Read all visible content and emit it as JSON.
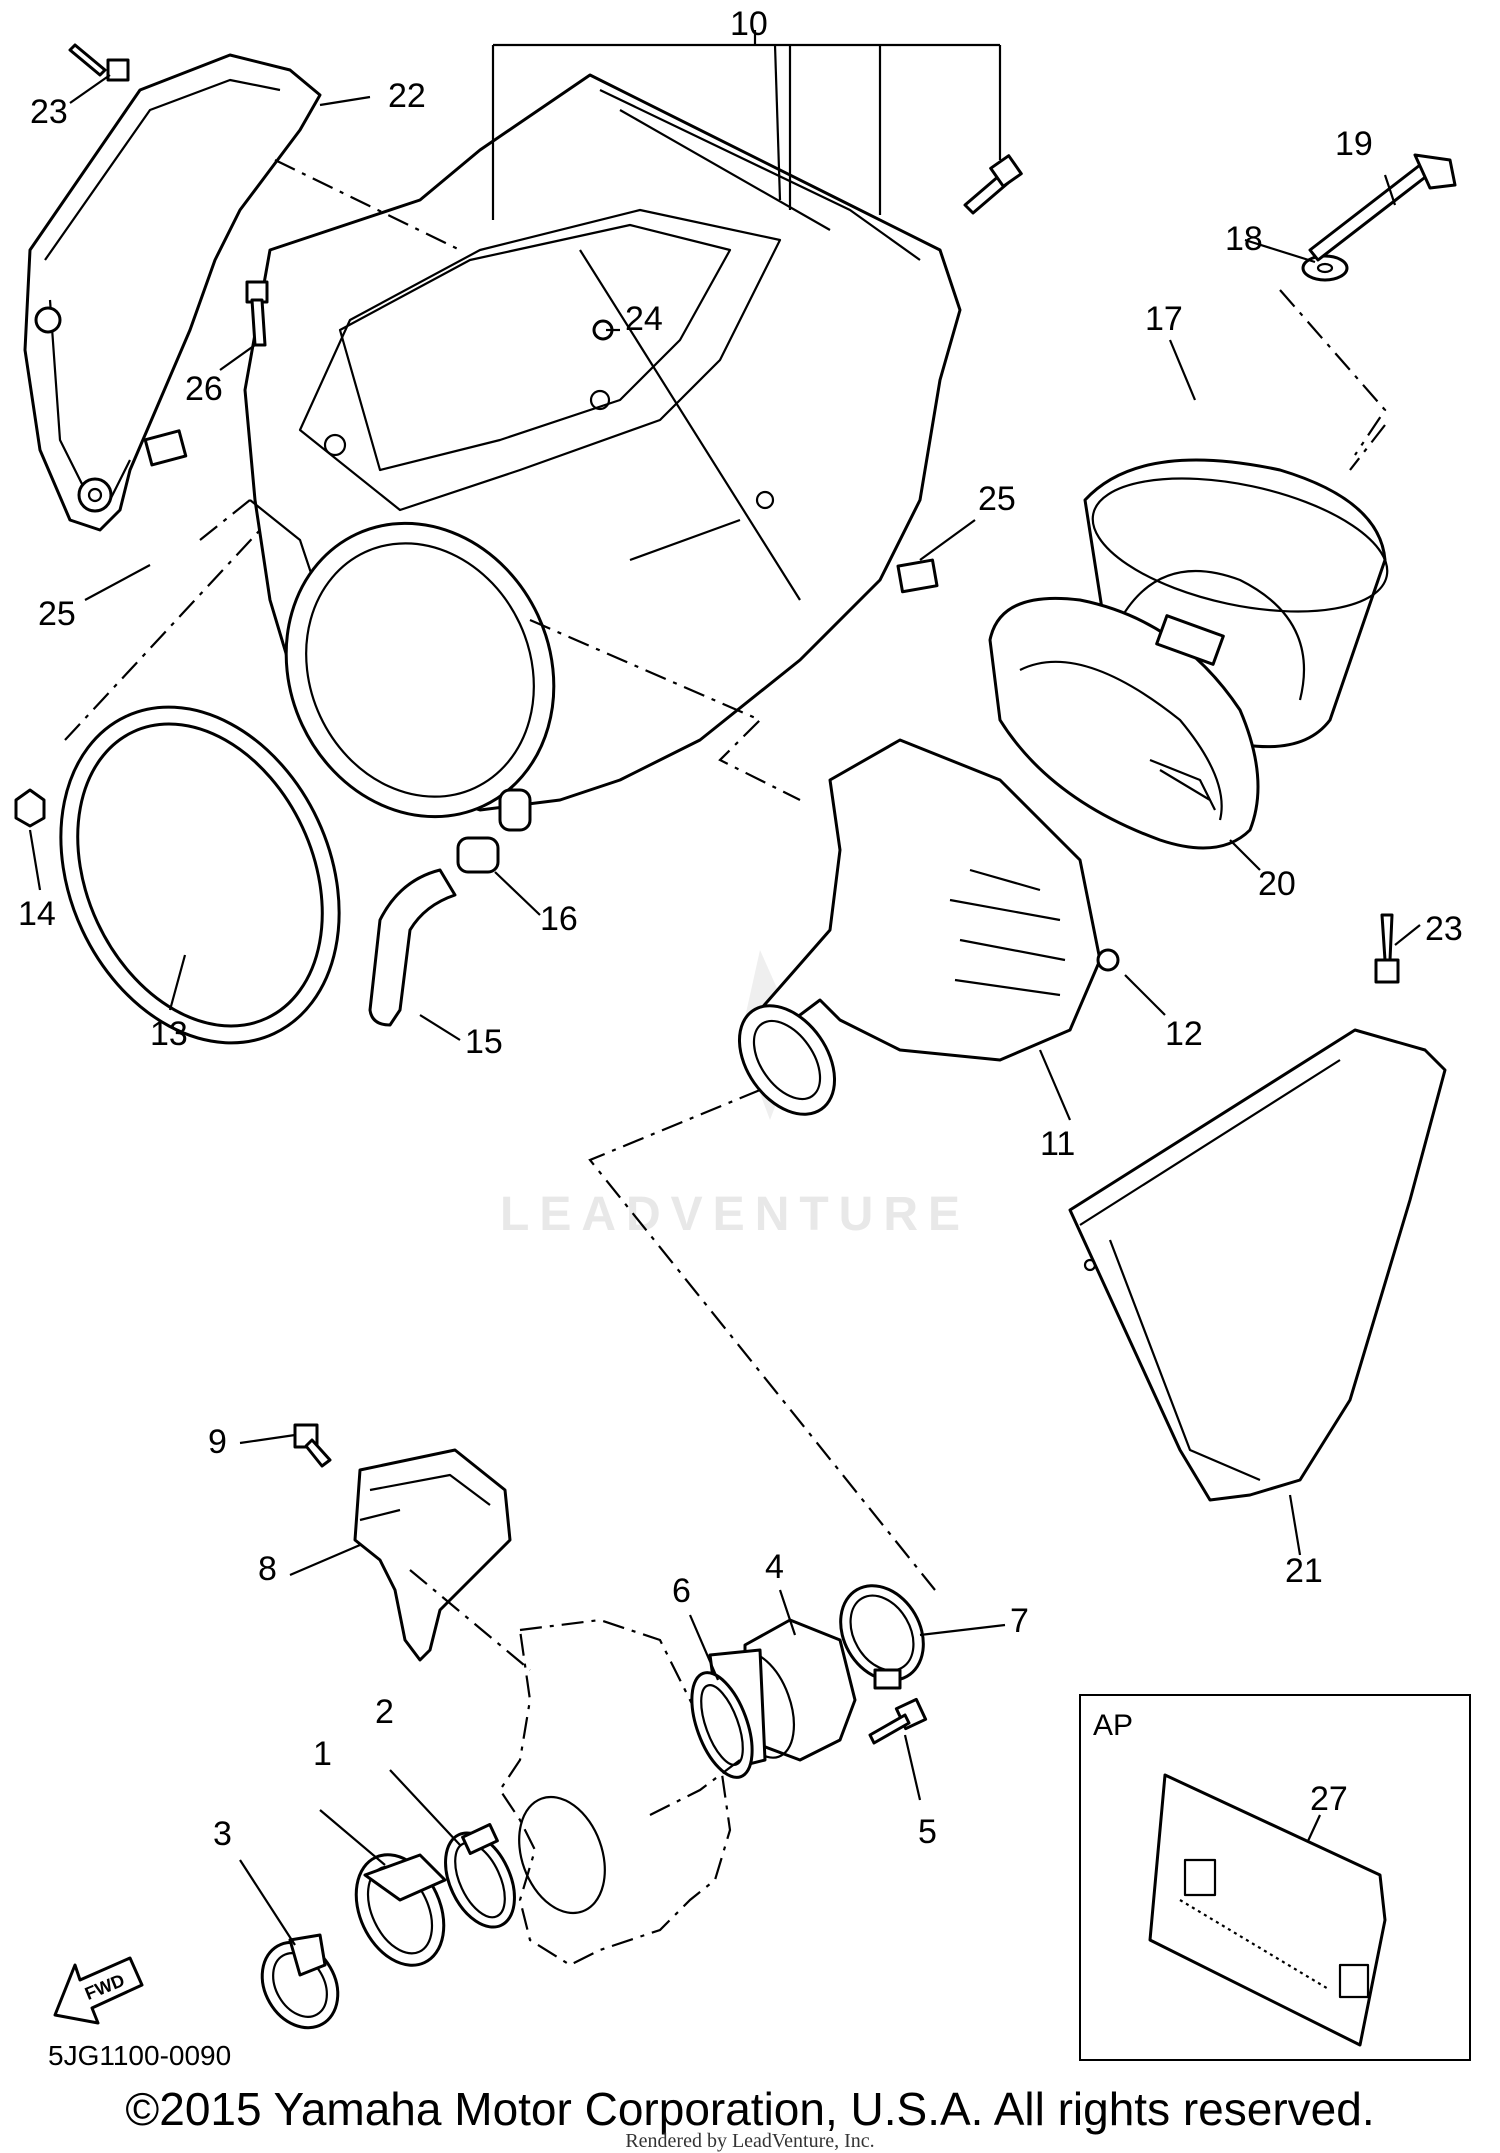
{
  "diagram": {
    "callouts": [
      "1",
      "2",
      "3",
      "4",
      "5",
      "6",
      "7",
      "8",
      "9",
      "10",
      "11",
      "12",
      "13",
      "14",
      "15",
      "16",
      "17",
      "18",
      "19",
      "20",
      "21",
      "22",
      "23",
      "24",
      "25",
      "26",
      "27"
    ],
    "inset_label": "AP",
    "fwd_label": "FWD",
    "watermark": "LEADVENTURE",
    "code": "5JG1100-0090"
  },
  "footer": {
    "copyright": "©2015 Yamaha Motor Corporation, U.S.A. All rights reserved.",
    "rendered_by": "Rendered by LeadVenture, Inc."
  }
}
